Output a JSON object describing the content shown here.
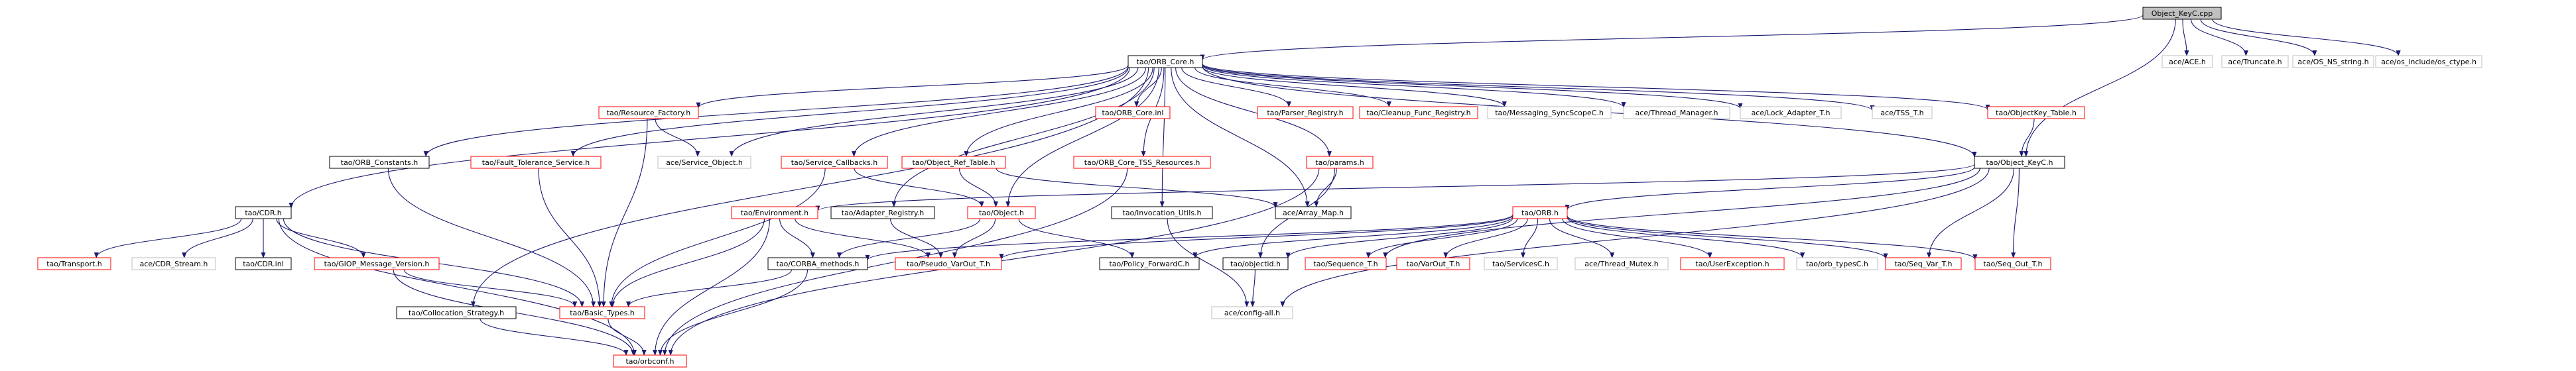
{
  "colors": {
    "edge": "#191970",
    "root_fill": "#c0c0c0",
    "box_border_black": "#000000",
    "box_border_red": "#ff0000",
    "box_border_gray": "#bfbfbf",
    "text": "#000000"
  },
  "nodes": [
    {
      "id": "root",
      "label": "Object_KeyC.cpp",
      "style": "root"
    },
    {
      "id": "ace_ace",
      "label": "ace/ACE.h",
      "style": "gray"
    },
    {
      "id": "ace_trunc",
      "label": "ace/Truncate.h",
      "style": "gray"
    },
    {
      "id": "ace_osns",
      "label": "ace/OS_NS_string.h",
      "style": "gray"
    },
    {
      "id": "ace_ctype",
      "label": "ace/os_include/os_ctype.h",
      "style": "gray"
    },
    {
      "id": "orb_core",
      "label": "tao/ORB_Core.h",
      "style": "black"
    },
    {
      "id": "res_factory",
      "label": "tao/Resource_Factory.h",
      "style": "red"
    },
    {
      "id": "orb_core_inl",
      "label": "tao/ORB_Core.inl",
      "style": "red"
    },
    {
      "id": "parser_reg",
      "label": "tao/Parser_Registry.h",
      "style": "red"
    },
    {
      "id": "cleanup_reg",
      "label": "tao/Cleanup_Func_Registry.h",
      "style": "red"
    },
    {
      "id": "msg_sync",
      "label": "tao/Messaging_SyncScopeC.h",
      "style": "gray"
    },
    {
      "id": "thread_mgr",
      "label": "ace/Thread_Manager.h",
      "style": "gray"
    },
    {
      "id": "lock_adapter",
      "label": "ace/Lock_Adapter_T.h",
      "style": "gray"
    },
    {
      "id": "tss_t",
      "label": "ace/TSS_T.h",
      "style": "gray"
    },
    {
      "id": "objkey_table",
      "label": "tao/ObjectKey_Table.h",
      "style": "red"
    },
    {
      "id": "orb_constants",
      "label": "tao/ORB_Constants.h",
      "style": "black"
    },
    {
      "id": "fault_tol",
      "label": "tao/Fault_Tolerance_Service.h",
      "style": "red"
    },
    {
      "id": "svc_object",
      "label": "ace/Service_Object.h",
      "style": "gray"
    },
    {
      "id": "svc_callbacks",
      "label": "tao/Service_Callbacks.h",
      "style": "red"
    },
    {
      "id": "obj_ref_table",
      "label": "tao/Object_Ref_Table.h",
      "style": "red"
    },
    {
      "id": "orb_core_tss",
      "label": "tao/ORB_Core_TSS_Resources.h",
      "style": "red"
    },
    {
      "id": "params",
      "label": "tao/params.h",
      "style": "red"
    },
    {
      "id": "object_keyc",
      "label": "tao/Object_KeyC.h",
      "style": "black"
    },
    {
      "id": "cdr",
      "label": "tao/CDR.h",
      "style": "black"
    },
    {
      "id": "environment",
      "label": "tao/Environment.h",
      "style": "red"
    },
    {
      "id": "adapter_reg",
      "label": "tao/Adapter_Registry.h",
      "style": "black"
    },
    {
      "id": "object",
      "label": "tao/Object.h",
      "style": "red"
    },
    {
      "id": "invocation_utils",
      "label": "tao/Invocation_Utils.h",
      "style": "black"
    },
    {
      "id": "array_map",
      "label": "ace/Array_Map.h",
      "style": "black"
    },
    {
      "id": "orb",
      "label": "tao/ORB.h",
      "style": "red"
    },
    {
      "id": "transport",
      "label": "tao/Transport.h",
      "style": "red"
    },
    {
      "id": "cdr_stream",
      "label": "ace/CDR_Stream.h",
      "style": "gray"
    },
    {
      "id": "cdr_inl",
      "label": "tao/CDR.inl",
      "style": "black"
    },
    {
      "id": "giop_msg",
      "label": "tao/GIOP_Message_Version.h",
      "style": "red"
    },
    {
      "id": "corba_methods",
      "label": "tao/CORBA_methods.h",
      "style": "black"
    },
    {
      "id": "pseudo_varout",
      "label": "tao/Pseudo_VarOut_T.h",
      "style": "red"
    },
    {
      "id": "policy_fwd",
      "label": "tao/Policy_ForwardC.h",
      "style": "black"
    },
    {
      "id": "objectid",
      "label": "tao/objectid.h",
      "style": "black"
    },
    {
      "id": "sequence_t",
      "label": "tao/Sequence_T.h",
      "style": "red"
    },
    {
      "id": "varout_t",
      "label": "tao/VarOut_T.h",
      "style": "red"
    },
    {
      "id": "servicesc",
      "label": "tao/ServicesC.h",
      "style": "gray"
    },
    {
      "id": "thread_mutex",
      "label": "ace/Thread_Mutex.h",
      "style": "gray"
    },
    {
      "id": "user_exc",
      "label": "tao/UserException.h",
      "style": "red"
    },
    {
      "id": "orb_typesc",
      "label": "tao/orb_typesC.h",
      "style": "gray"
    },
    {
      "id": "seq_var_t",
      "label": "tao/Seq_Var_T.h",
      "style": "red"
    },
    {
      "id": "seq_out_t",
      "label": "tao/Seq_Out_T.h",
      "style": "red"
    },
    {
      "id": "collocation",
      "label": "tao/Collocation_Strategy.h",
      "style": "black"
    },
    {
      "id": "basic_types",
      "label": "tao/Basic_Types.h",
      "style": "red"
    },
    {
      "id": "config_all",
      "label": "ace/config-all.h",
      "style": "gray"
    },
    {
      "id": "orbconf",
      "label": "tao/orbconf.h",
      "style": "red"
    }
  ],
  "edges": [
    [
      "root",
      "orb_core"
    ],
    [
      "root",
      "ace_ace"
    ],
    [
      "root",
      "ace_trunc"
    ],
    [
      "root",
      "ace_osns"
    ],
    [
      "root",
      "ace_ctype"
    ],
    [
      "root",
      "object_keyc"
    ],
    [
      "orb_core",
      "res_factory"
    ],
    [
      "orb_core",
      "orb_core_inl"
    ],
    [
      "orb_core",
      "parser_reg"
    ],
    [
      "orb_core",
      "cleanup_reg"
    ],
    [
      "orb_core",
      "msg_sync"
    ],
    [
      "orb_core",
      "thread_mgr"
    ],
    [
      "orb_core",
      "lock_adapter"
    ],
    [
      "orb_core",
      "tss_t"
    ],
    [
      "orb_core",
      "objkey_table"
    ],
    [
      "orb_core",
      "orb_constants"
    ],
    [
      "orb_core",
      "fault_tol"
    ],
    [
      "orb_core",
      "svc_object"
    ],
    [
      "orb_core",
      "svc_callbacks"
    ],
    [
      "orb_core",
      "obj_ref_table"
    ],
    [
      "orb_core",
      "orb_core_tss"
    ],
    [
      "orb_core",
      "params"
    ],
    [
      "orb_core",
      "cdr"
    ],
    [
      "orb_core",
      "object"
    ],
    [
      "orb_core",
      "invocation_utils"
    ],
    [
      "orb_core",
      "array_map"
    ],
    [
      "orb_core",
      "adapter_reg"
    ],
    [
      "orb_core",
      "collocation"
    ],
    [
      "orb_core",
      "object_keyc"
    ],
    [
      "objkey_table",
      "object_keyc"
    ],
    [
      "res_factory",
      "svc_object"
    ],
    [
      "res_factory",
      "basic_types"
    ],
    [
      "orb_constants",
      "basic_types"
    ],
    [
      "fault_tol",
      "basic_types"
    ],
    [
      "svc_callbacks",
      "object"
    ],
    [
      "svc_callbacks",
      "basic_types"
    ],
    [
      "obj_ref_table",
      "object"
    ],
    [
      "obj_ref_table",
      "array_map"
    ],
    [
      "orb_core_tss",
      "orbconf"
    ],
    [
      "params",
      "array_map"
    ],
    [
      "params",
      "objectid"
    ],
    [
      "params",
      "orbconf"
    ],
    [
      "object_keyc",
      "orb"
    ],
    [
      "object_keyc",
      "sequence_t"
    ],
    [
      "object_keyc",
      "seq_var_t"
    ],
    [
      "object_keyc",
      "seq_out_t"
    ],
    [
      "object_keyc",
      "config_all"
    ],
    [
      "object_keyc",
      "environment"
    ],
    [
      "cdr",
      "transport"
    ],
    [
      "cdr",
      "cdr_stream"
    ],
    [
      "cdr",
      "cdr_inl"
    ],
    [
      "cdr",
      "giop_msg"
    ],
    [
      "cdr",
      "basic_types"
    ],
    [
      "cdr",
      "orbconf"
    ],
    [
      "environment",
      "corba_methods"
    ],
    [
      "environment",
      "pseudo_varout"
    ],
    [
      "environment",
      "basic_types"
    ],
    [
      "environment",
      "orbconf"
    ],
    [
      "adapter_reg",
      "pseudo_varout"
    ],
    [
      "object",
      "corba_methods"
    ],
    [
      "object",
      "pseudo_varout"
    ],
    [
      "object",
      "policy_fwd"
    ],
    [
      "invocation_utils",
      "config_all"
    ],
    [
      "orb",
      "corba_methods"
    ],
    [
      "orb",
      "pseudo_varout"
    ],
    [
      "orb",
      "objectid"
    ],
    [
      "orb",
      "sequence_t"
    ],
    [
      "orb",
      "varout_t"
    ],
    [
      "orb",
      "servicesc"
    ],
    [
      "orb",
      "thread_mutex"
    ],
    [
      "orb",
      "user_exc"
    ],
    [
      "orb",
      "orb_typesc"
    ],
    [
      "orb",
      "seq_var_t"
    ],
    [
      "orb",
      "seq_out_t"
    ],
    [
      "orb",
      "policy_fwd"
    ],
    [
      "giop_msg",
      "basic_types"
    ],
    [
      "giop_msg",
      "orbconf"
    ],
    [
      "corba_methods",
      "basic_types"
    ],
    [
      "corba_methods",
      "orbconf"
    ],
    [
      "collocation",
      "orbconf"
    ],
    [
      "basic_types",
      "orbconf"
    ],
    [
      "objectid",
      "config_all"
    ]
  ]
}
